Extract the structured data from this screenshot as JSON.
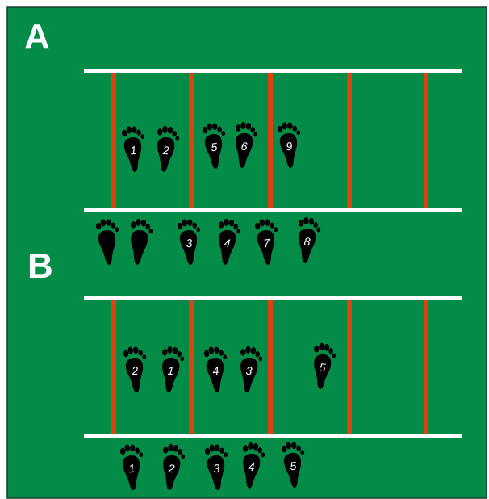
{
  "colors": {
    "field": "#028c47",
    "border": "#1b3d2a",
    "rung_line": "#ffffff",
    "rail": "#e0420f",
    "foot": "#000000",
    "label": "#ffffff"
  },
  "panels": [
    {
      "letter": "A",
      "footprints": [
        {
          "number": "1"
        },
        {
          "number": "2"
        },
        {
          "number": "5"
        },
        {
          "number": "6"
        },
        {
          "number": "9"
        },
        {
          "number": ""
        },
        {
          "number": ""
        },
        {
          "number": "3"
        },
        {
          "number": "4"
        },
        {
          "number": "7"
        },
        {
          "number": "8"
        }
      ]
    },
    {
      "letter": "B",
      "footprints": [
        {
          "number": "2"
        },
        {
          "number": "1"
        },
        {
          "number": "4"
        },
        {
          "number": "3"
        },
        {
          "number": "5"
        },
        {
          "number": "1"
        },
        {
          "number": "2"
        },
        {
          "number": "3"
        },
        {
          "number": "4"
        },
        {
          "number": "5"
        }
      ]
    }
  ]
}
